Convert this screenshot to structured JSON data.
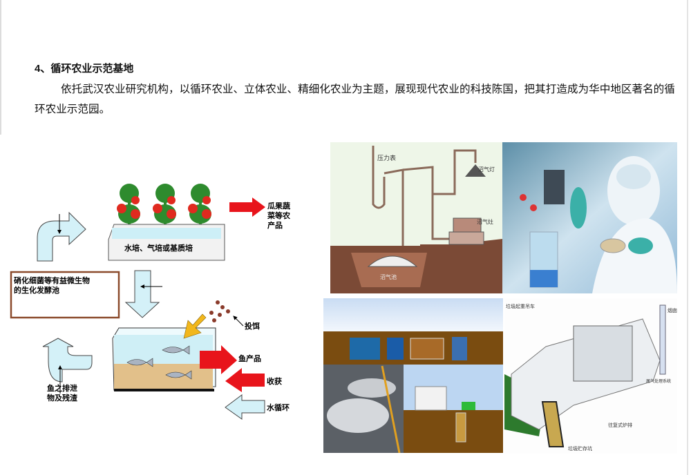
{
  "section": {
    "heading": "4、循环农业示范基地",
    "paragraph": "依托武汉农业研究机构，以循环农业、立体农业、精细化农业为主题，展现现代农业的科技陈国，把其打造成为华中地区著名的循环农业示范园。"
  },
  "aquaponics_diagram": {
    "planter_label": "水培、气培或基质培",
    "produce_label_lines": [
      "瓜果蔬",
      "菜等农",
      "产品"
    ],
    "biofilter_label_lines": [
      "硝化细菌等有益微生物",
      "的生化发酵池"
    ],
    "feed_label": "投饵",
    "fish_product_label": "鱼产品",
    "harvest_label": "收获",
    "water_cycle_label": "水循环",
    "waste_label_lines": [
      "鱼之排泄",
      "物及残渣"
    ],
    "colors": {
      "arrow_red": "#e8141b",
      "arrow_blue": "#d4f1f8",
      "box_border": "#8b4a2b",
      "feed_arrow": "#f2b71c"
    }
  },
  "biogas_diagram": {
    "labels": [
      "压力表",
      "沼气灯",
      "沼气灶",
      "沼气池"
    ]
  },
  "incinerator_diagram": {
    "labels": [
      "垃圾起重吊车",
      "烟囱",
      "尾气处理系统",
      "往复式炉排",
      "垃圾贮存坑"
    ]
  }
}
